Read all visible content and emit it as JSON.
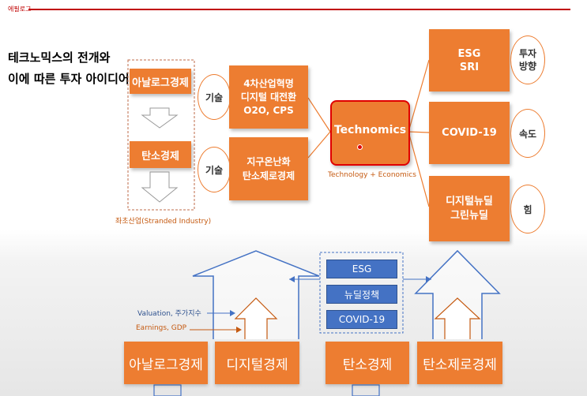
{
  "header": {
    "brand": "에필로그"
  },
  "title": {
    "line1": "테크노믹스의 전개와",
    "line2": "이에 따른 투자 아이디어"
  },
  "left_column": {
    "analog": "아날로그경제",
    "carbon": "탄소경제",
    "stranded": "좌초산업(Stranded Industry)"
  },
  "tech_labels": [
    "기술",
    "기술"
  ],
  "middle": {
    "digital": "4차산업혁명\n디지털 대전환\nO2O, CPS",
    "climate": "지구온난화\n탄소제로경제"
  },
  "center": {
    "title": "Technomics",
    "subtitle": "Technology + Economics"
  },
  "right": [
    {
      "box": "ESG\nSRI",
      "circle": "투자\n방향"
    },
    {
      "box": "COVID-19",
      "circle": "속도"
    },
    {
      "box": "디지털뉴딜\n그린뉴딜",
      "circle": "힘"
    }
  ],
  "blue_items": [
    "ESG",
    "뉴딜정책",
    "COVID-19"
  ],
  "indicators": {
    "valuation": "Valuation, 주가지수",
    "earnings": "Earnings, GDP"
  },
  "bottom": [
    "아날로그경제",
    "디지털경제",
    "탄소경제",
    "탄소제로경제"
  ],
  "colors": {
    "orange": "#ed7d31",
    "red": "#e00000",
    "blue": "#4472c4",
    "header_line": "#c00000"
  }
}
